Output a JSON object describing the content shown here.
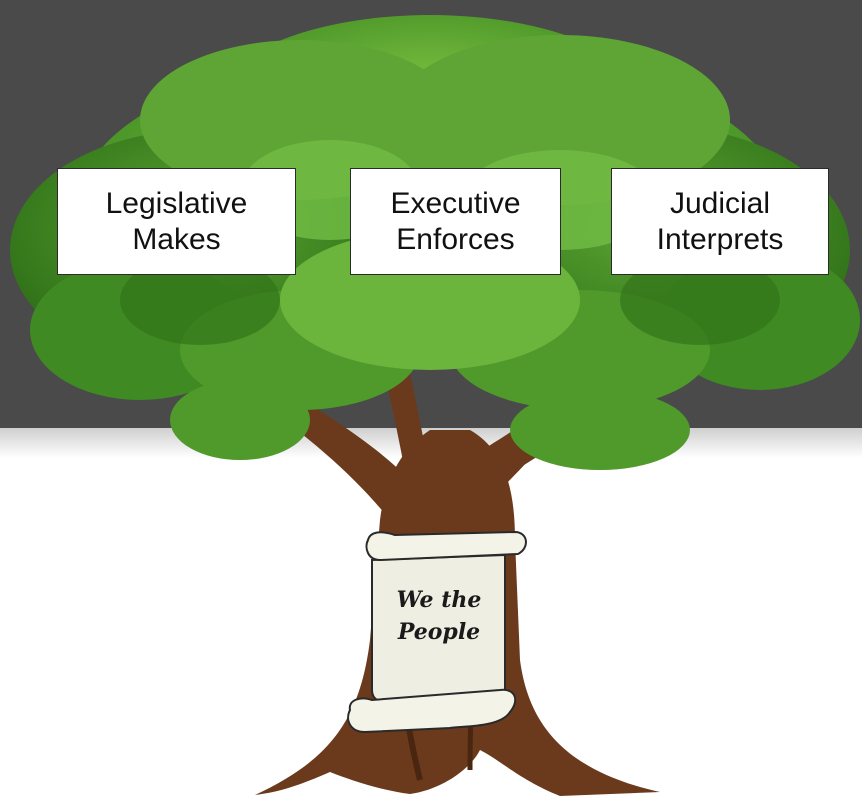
{
  "branches": [
    {
      "name": "Legislative",
      "role": "Makes"
    },
    {
      "name": "Executive",
      "role": "Enforces"
    },
    {
      "name": "Judicial",
      "role": "Interprets"
    }
  ],
  "scroll": {
    "line1": "We the",
    "line2": "People"
  }
}
